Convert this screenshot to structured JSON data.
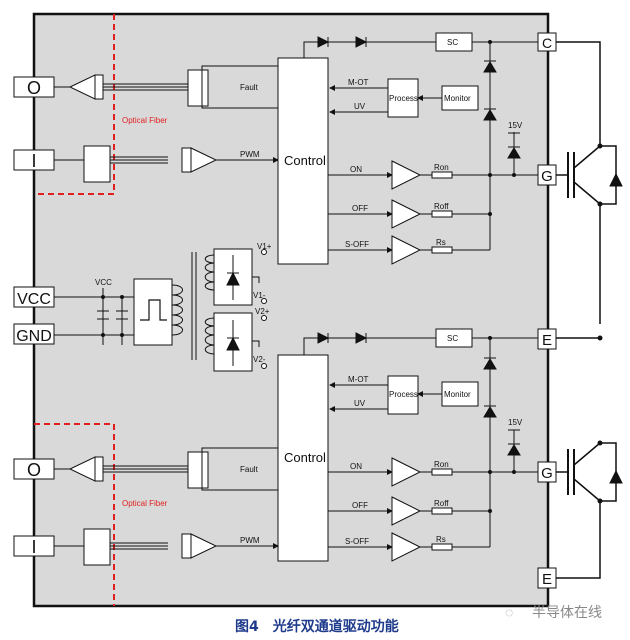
{
  "diagram": {
    "pins": {
      "o_top": "O",
      "i_top": "I",
      "vcc": "VCC",
      "gnd": "GND",
      "o_bot": "O",
      "i_bot": "I",
      "c": "C",
      "g_top": "G",
      "e_mid": "E",
      "g_bot": "G",
      "e_bot": "E"
    },
    "labels": {
      "optical_fiber_top": "Optical Fiber",
      "optical_fiber_bot": "Optical Fiber",
      "fault_top": "Fault",
      "pwm_top": "PWM",
      "fault_bot": "Fault",
      "pwm_bot": "PWM",
      "control_top": "Control",
      "control_bot": "Control",
      "sc_top": "SC",
      "sc_bot": "SC",
      "mot_top": "M-OT",
      "uv_top": "UV",
      "mot_bot": "M-OT",
      "uv_bot": "UV",
      "process_top": "Process",
      "monitor_top": "Monitor",
      "process_bot": "Process",
      "monitor_bot": "Monitor",
      "on_top": "ON",
      "off_top": "OFF",
      "soff_top": "S-OFF",
      "on_bot": "ON",
      "off_bot": "OFF",
      "soff_bot": "S-OFF",
      "ron_top": "Ron",
      "roff_top": "Roff",
      "rs_top": "Rs",
      "ron_bot": "Ron",
      "roff_bot": "Roff",
      "rs_bot": "Rs",
      "zener_top": "15V",
      "zener_bot": "15V",
      "vcc_node": "VCC",
      "v1p": "V1+",
      "v1m": "V1-",
      "v2p": "V2+",
      "v2m": "V2-"
    },
    "caption": {
      "fig": "图4",
      "title": "光纤双通道驱动功能"
    },
    "watermark": {
      "icon": "wechat-icon",
      "text": "半导体在线"
    },
    "colors": {
      "panel": "#d9d9d9",
      "fiber": "#e02020",
      "caption": "#1f3b8c"
    }
  }
}
